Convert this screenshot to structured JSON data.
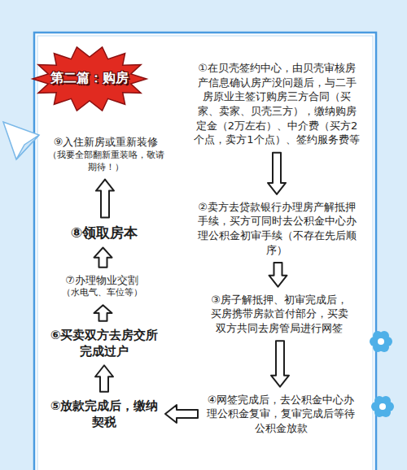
{
  "diagram": {
    "title": "第二篇：购房",
    "nodes": [
      {
        "text": [
          "①在贝壳签约中心，由贝壳审核房产信息确认房产没问题后，与二手房原业主签订购房三方合同（买家、卖家、贝壳三方），缴纳购房定金（2万左右）、中介费（买方2个点，卖方1个点）、签约服务费等"
        ]
      },
      {
        "text": [
          "②卖方去贷款银行办理房产解抵押手续，买方可同时去公积金中心办理公积金初审手续（不存在先后顺序）"
        ]
      },
      {
        "text": [
          "③房子解抵押、初审完成后，买房携带房款首付部分，买卖双方共同去房管局进行网签"
        ]
      },
      {
        "text": [
          "④网签完成后，去公积金中心办理公积金复审，复审完成后等待公积金放款"
        ]
      },
      {
        "text": [
          "⑤放款完成后，缴纳契税"
        ]
      },
      {
        "text": [
          "⑥买卖双方去房交所完成过户"
        ]
      },
      {
        "text": [
          "⑦办理物业交割",
          "（水电气、车位等）"
        ]
      },
      {
        "text": [
          "⑧领取房本"
        ]
      },
      {
        "text": [
          "⑨入住新房或重新装修",
          "（我要全部翻新重装咯，敬请期待！）"
        ]
      }
    ],
    "edges": [
      {
        "from": 0,
        "to": 1,
        "arrow": "to"
      },
      {
        "from": 1,
        "to": 2,
        "arrow": "to"
      },
      {
        "from": 2,
        "to": 3,
        "arrow": "to"
      },
      {
        "from": 3,
        "to": 4,
        "arrow": "to"
      },
      {
        "from": 4,
        "to": 5,
        "arrow": "to"
      },
      {
        "from": 5,
        "to": 6,
        "arrow": "to"
      },
      {
        "from": 6,
        "to": 7,
        "arrow": "to"
      },
      {
        "from": 7,
        "to": 8,
        "arrow": "to"
      }
    ]
  }
}
